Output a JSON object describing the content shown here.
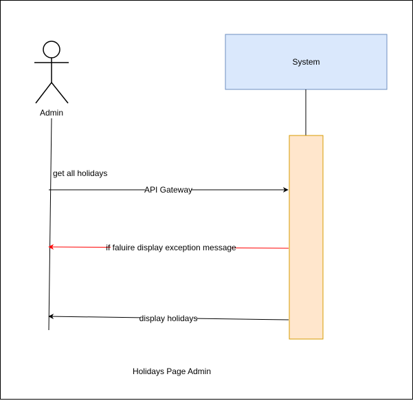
{
  "diagram": {
    "caption": "Holidays Page Admin",
    "actor": {
      "label": "Admin"
    },
    "system": {
      "label": "System",
      "fill": "#dae8fc",
      "stroke": "#6c8ebf"
    },
    "activation": {
      "fill": "#ffe6cc",
      "stroke": "#d79b00"
    },
    "messages": [
      {
        "note": "get all holidays",
        "label": "API Gateway",
        "direction": "to-system",
        "color": "#000000"
      },
      {
        "label": "if faluire display exception message",
        "direction": "to-actor",
        "color": "#ff0000"
      },
      {
        "label": "display holidays",
        "direction": "to-actor",
        "color": "#000000"
      }
    ]
  }
}
